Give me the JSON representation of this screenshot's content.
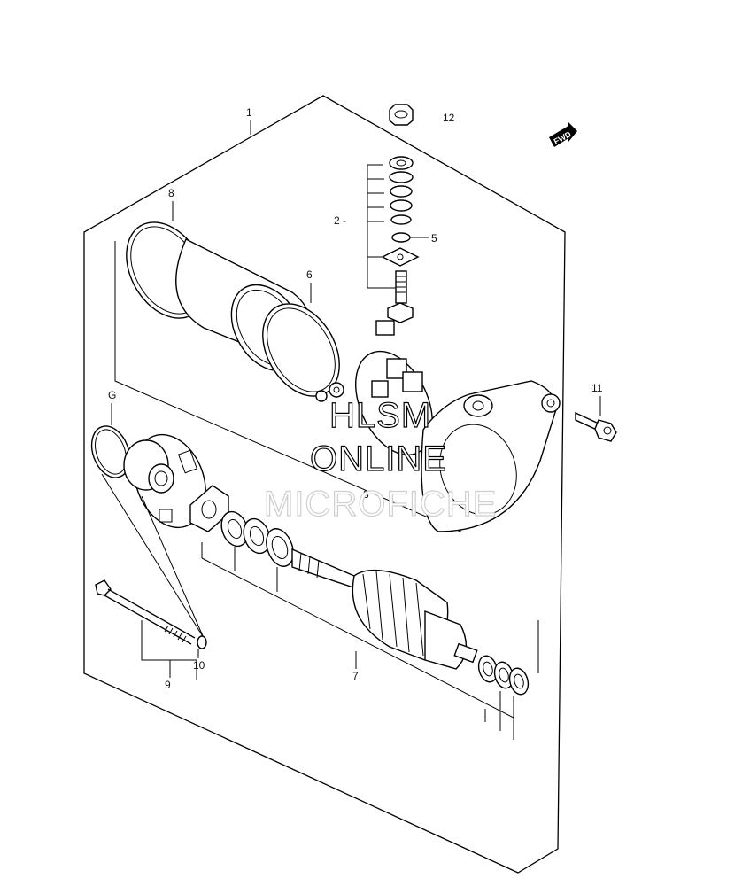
{
  "callouts": {
    "c1": "1",
    "c2": "2 -",
    "c3": "3",
    "c5": "5",
    "c6": "6",
    "c7": "7",
    "c8": "8",
    "c9": "9",
    "c10": "10",
    "c11": "11",
    "c12": "12",
    "cG": "G"
  },
  "watermark": {
    "line1": "HLSM",
    "line2": "ONLINE",
    "line3": "MICROFICHE"
  },
  "fwd_badge": "FWD",
  "colors": {
    "line": "#000000",
    "background": "#ffffff",
    "watermark_grey": "#cfcfcf"
  }
}
